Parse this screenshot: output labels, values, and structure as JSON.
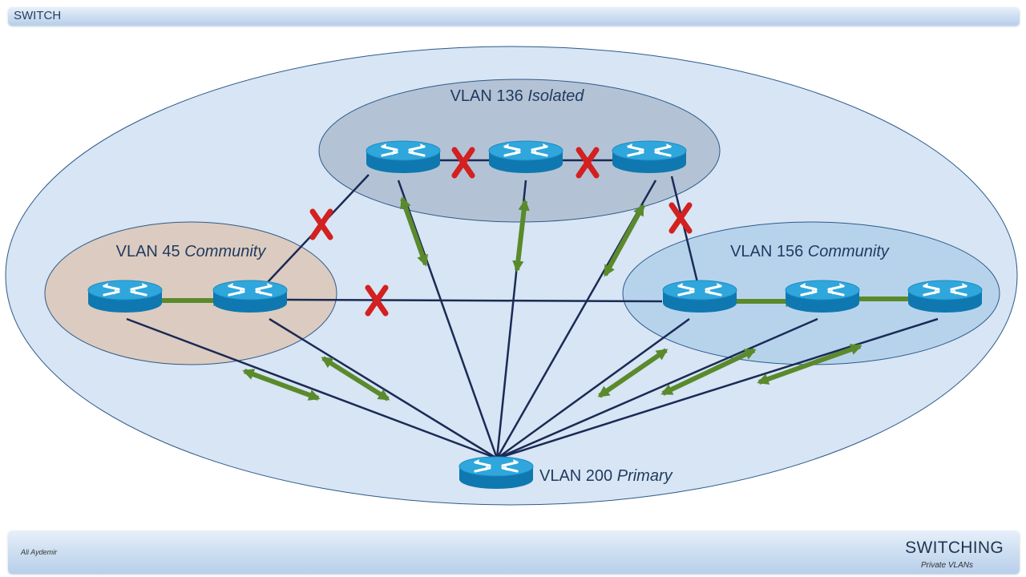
{
  "header": {
    "title": "SWITCH"
  },
  "footer": {
    "author": "Ali Aydemir",
    "title": "SWITCHING",
    "subtitle": "Private VLANs"
  },
  "diagram": {
    "vlans": {
      "primary": {
        "name": "VLAN 200",
        "type": "Primary"
      },
      "isolated": {
        "name": "VLAN 136",
        "type": "Isolated"
      },
      "community_a": {
        "name": "VLAN 45",
        "type": "Community"
      },
      "community_b": {
        "name": "VLAN 156",
        "type": "Community"
      }
    },
    "colors": {
      "outer_fill": "#d7e5f4",
      "isolated_fill": "#b3c3d5",
      "community_a_fill": "#dccbc0",
      "community_b_fill": "#b7d3ec",
      "link": "#1b2a55",
      "allowed_arrow": "#5a8a2c",
      "blocked_x": "#d32020",
      "router_top": "#2fa7dc",
      "router_side": "#0f78b0"
    }
  }
}
